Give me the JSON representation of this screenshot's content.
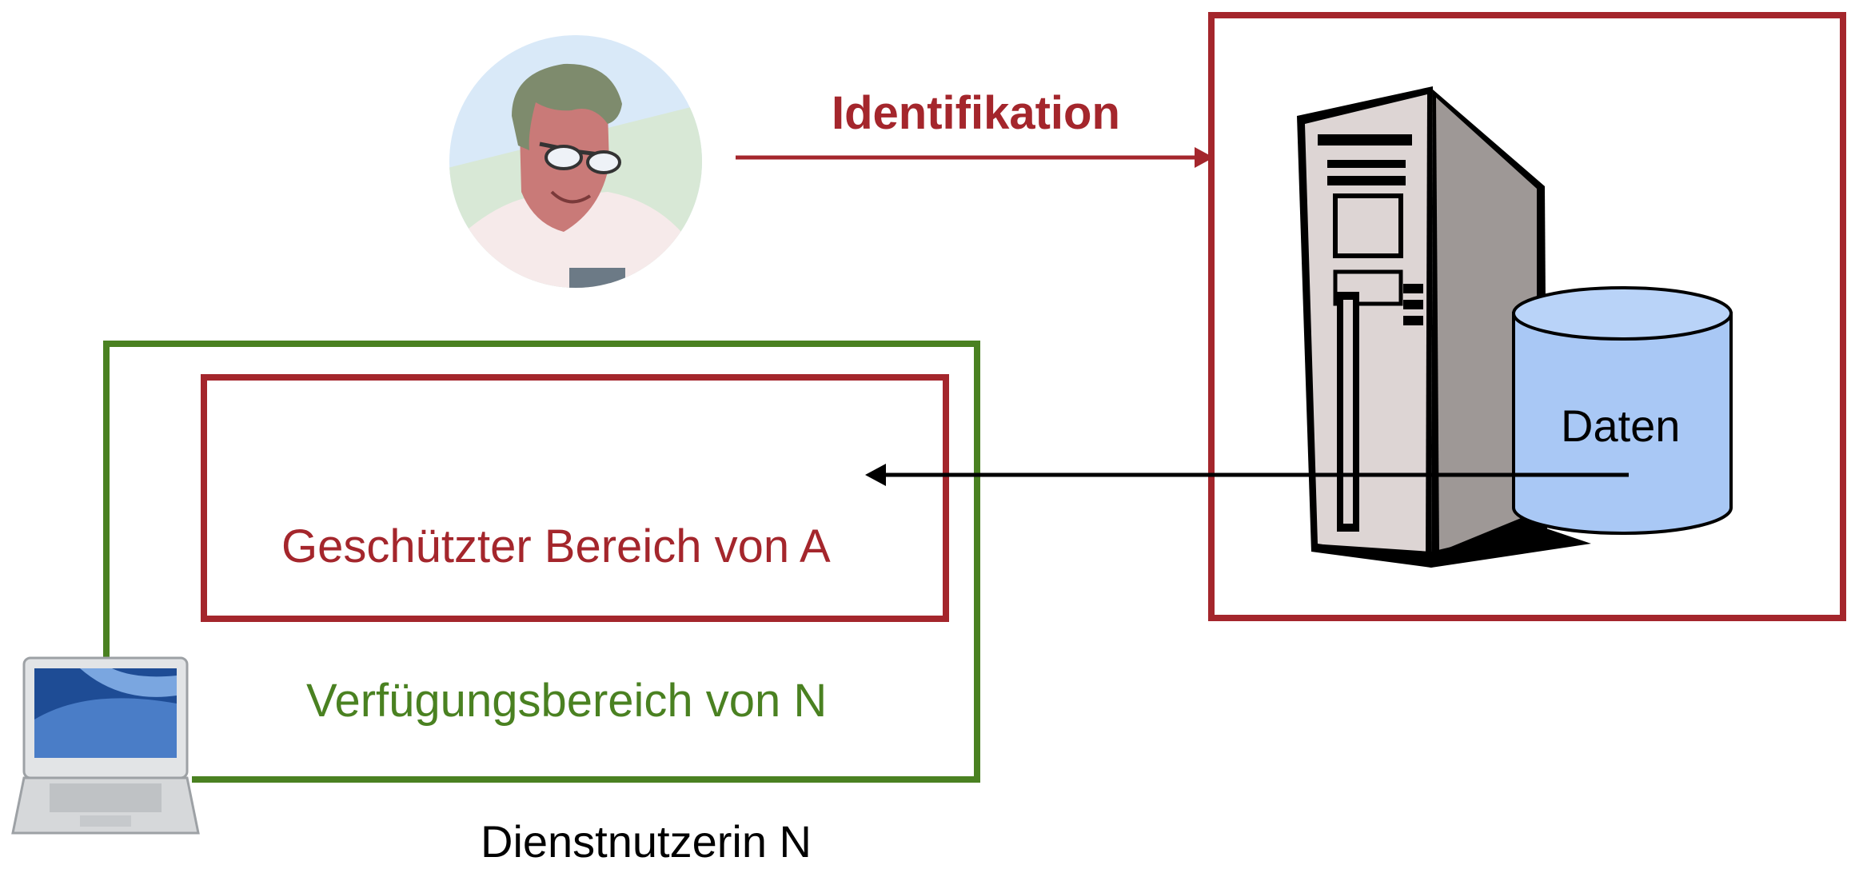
{
  "labels": {
    "identification": "Identifikation",
    "protected_area": "Geschützter Bereich von A",
    "disposal_area": "Verfügungsbereich von N",
    "data_store": "Daten",
    "service_user": "Dienstnutzerin N"
  },
  "icons": {
    "person": "person-with-glasses-icon",
    "server": "server-tower-icon",
    "database": "database-cylinder-icon",
    "laptop": "laptop-icon"
  },
  "colors": {
    "red": "#a4262c",
    "green": "#4a8121",
    "arrow_black": "#000000",
    "db_fill": "#a9c8f5"
  }
}
